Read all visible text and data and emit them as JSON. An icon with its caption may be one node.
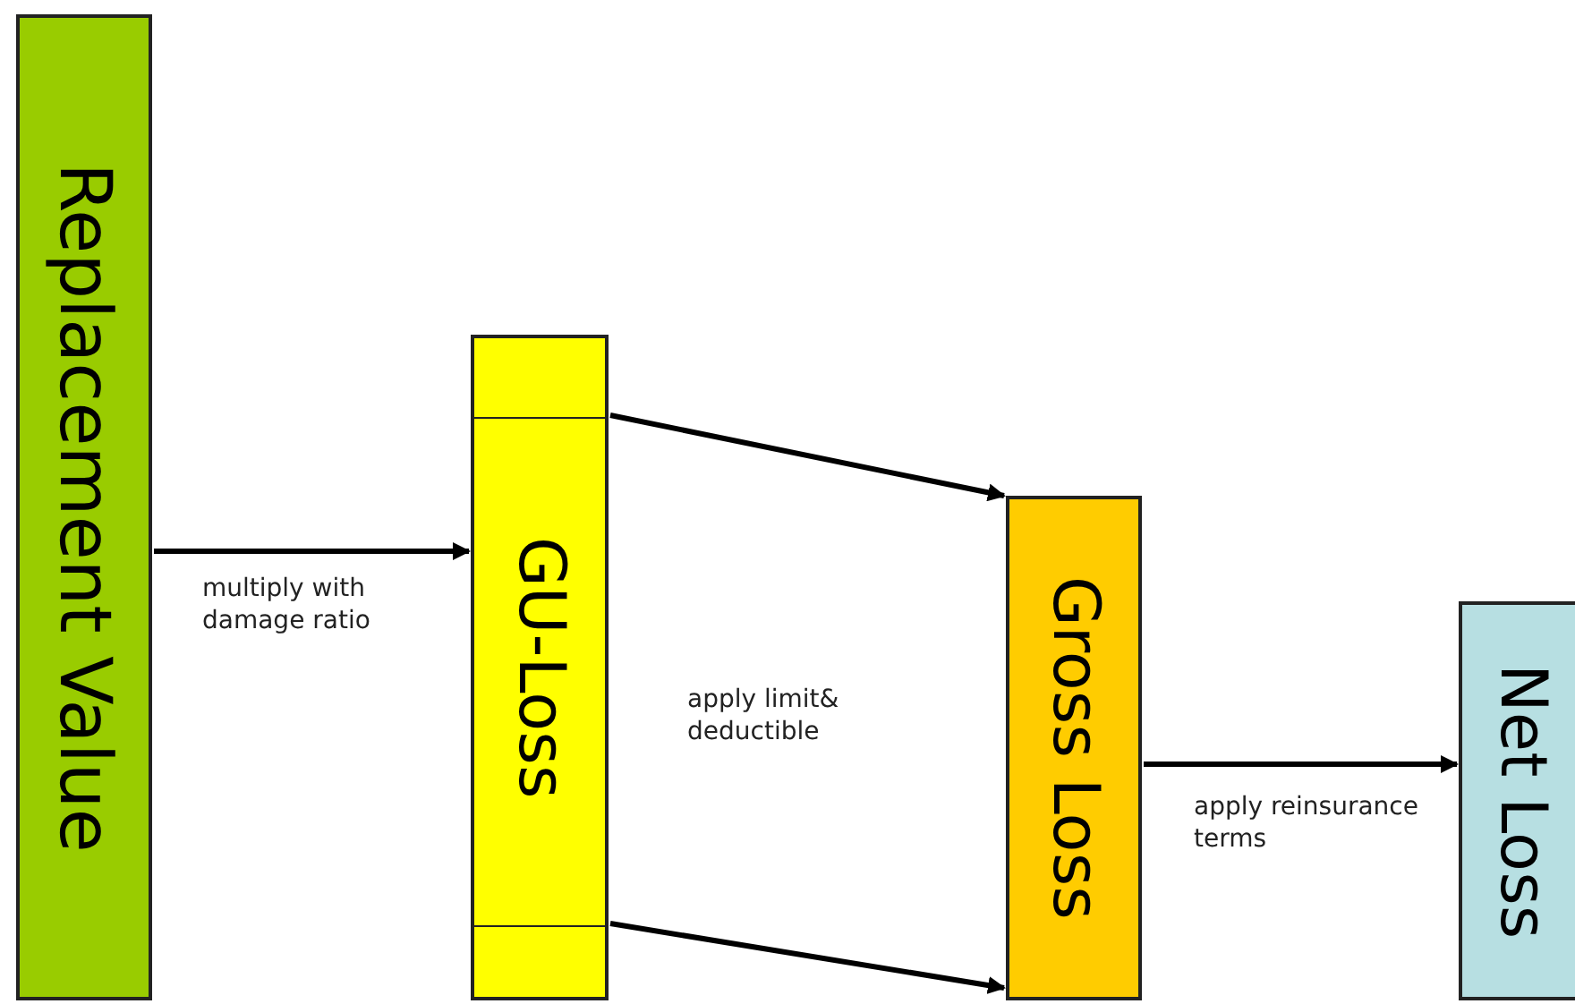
{
  "diagram": {
    "nodes": [
      {
        "text": [
          "Replacement Value"
        ]
      },
      {
        "text": [
          "GU-Loss"
        ]
      },
      {
        "text": [
          "Gross Loss"
        ]
      },
      {
        "text": [
          "Net Loss"
        ]
      }
    ],
    "edges": [
      {
        "from": 0,
        "to": 1,
        "arrow": "to",
        "label": "multiply with damage ratio"
      },
      {
        "from": 1,
        "to": 2,
        "arrow": "to"
      },
      {
        "from": 1,
        "to": 2,
        "arrow": "to"
      },
      {
        "from": 2,
        "to": 3,
        "arrow": "to",
        "label": "apply reinsurance terms"
      }
    ],
    "labels": [
      "apply limit& deductible"
    ]
  }
}
